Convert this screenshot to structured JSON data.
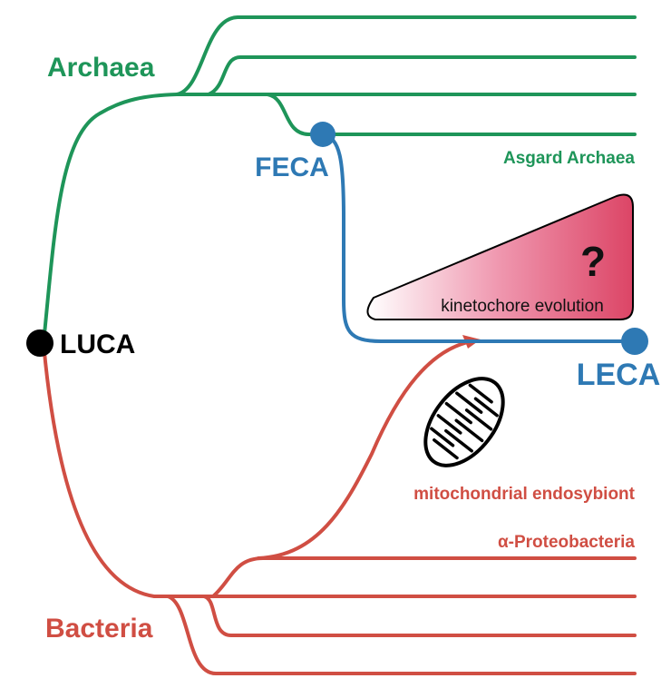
{
  "labels": {
    "archaea": "Archaea",
    "bacteria": "Bacteria",
    "luca": "LUCA",
    "feca": "FECA",
    "leca": "LECA",
    "asgard": "Asgard Archaea",
    "alpha_proteobacteria": "α-Proteobacteria",
    "mito_endosymbiont": "mitochondrial endosybiont",
    "kinetochore": "kinetochore evolution",
    "question": "?"
  },
  "colors": {
    "archaea": "#1e9559",
    "bacteria": "#d04e43",
    "eukaryote": "#2e79b4",
    "luca": "#000000",
    "gradient_start": "#ffffff",
    "gradient_end": "#dd4466"
  },
  "icons": {
    "mitochondrion": "mitochondrion-icon",
    "arrow": "arrowhead-icon"
  }
}
